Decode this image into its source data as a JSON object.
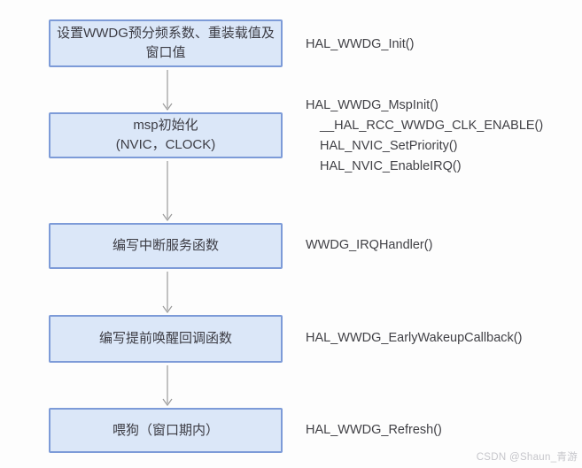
{
  "page": {
    "watermark": "CSDN @Shaun_青游"
  },
  "colors": {
    "box_fill": "#dbe7f8",
    "box_border": "#7d9bd8",
    "box_text": "#3c3c44",
    "function_text": "#414146",
    "arrow": "#9b9b9b",
    "watermark": "#c6c6cb",
    "background": "#fdfdfd"
  },
  "flow": {
    "steps": [
      {
        "box": "设置WWDG预分频系数、重装载值及\n窗口值",
        "functions": [
          "HAL_WWDG_Init()"
        ]
      },
      {
        "box": "msp初始化\n(NVIC，CLOCK)",
        "functions": [
          "HAL_WWDG_MspInit()",
          "__HAL_RCC_WWDG_CLK_ENABLE()",
          "HAL_NVIC_SetPriority()",
          "HAL_NVIC_EnableIRQ()"
        ]
      },
      {
        "box": "编写中断服务函数",
        "functions": [
          "WWDG_IRQHandler()"
        ]
      },
      {
        "box": "编写提前唤醒回调函数",
        "functions": [
          "HAL_WWDG_EarlyWakeupCallback()"
        ]
      },
      {
        "box": "喂狗（窗口期内）",
        "functions": [
          "HAL_WWDG_Refresh()"
        ]
      }
    ]
  }
}
